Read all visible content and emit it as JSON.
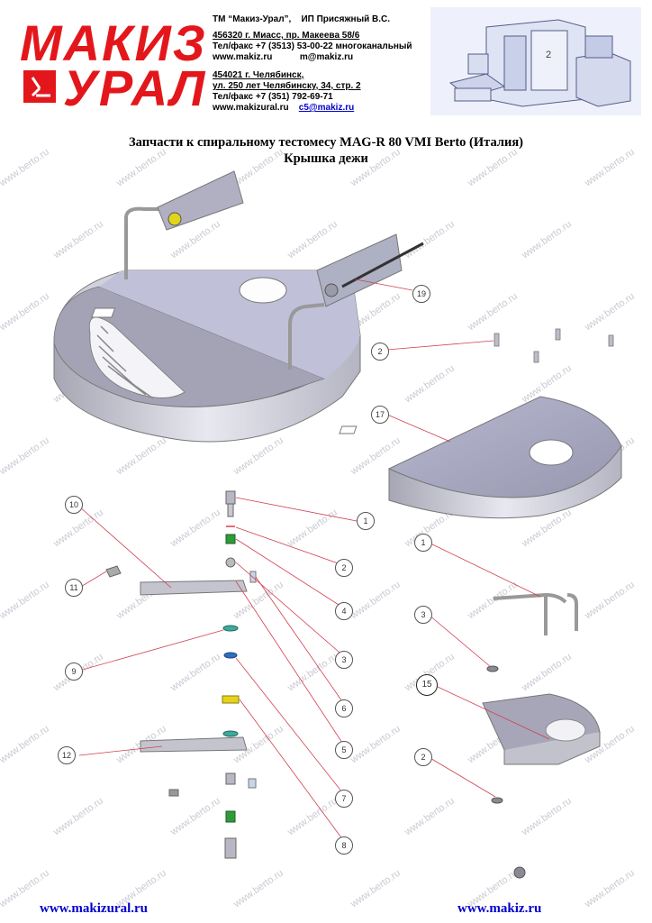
{
  "header": {
    "logo_line1": "МАКИЗ",
    "logo_line2": "УРАЛ",
    "trademark": "ТМ “Макиз-Урал”,",
    "ip": "ИП Присяжный В.С.",
    "address1": "456320 г. Миасс, пр. Макеева 58/6",
    "phone1": "Тел/факс +7 (3513) 53-00-22 многоканальный",
    "site1": "www.makiz.ru",
    "email1": "m@makiz.ru",
    "address2_city": "454021 г. Челябинск,",
    "address2_street": "ул. 250 лет Челябинску, 34, стр. 2",
    "phone2": "Тел/факс +7 (351) 792-69-71",
    "site2": "www.makizural.ru",
    "email2": "c5@makiz.ru"
  },
  "title": {
    "line1": "Запчасти к спиральному тестомесу MAG-R 80 VMI Berto (Италия)",
    "line2": "Крышка дежи"
  },
  "watermark": "www.berto.ru",
  "callouts": {
    "c19": "19",
    "c2a": "2",
    "c17": "17",
    "c10": "10",
    "c11": "11",
    "c1a": "1",
    "c2b": "2",
    "c4": "4",
    "c3a": "3",
    "c6": "6",
    "c5": "5",
    "c9": "9",
    "c12": "12",
    "c7": "7",
    "c8": "8",
    "c1b": "1",
    "c3b": "3",
    "c15": "15",
    "c2c": "2"
  },
  "footer": {
    "left": "www.makizural.ru",
    "right": "www.makiz.ru"
  },
  "colors": {
    "logo_red": "#e3171b",
    "link_blue": "#0000cc",
    "callout_line": "#d04050",
    "metal_light": "#c8c8d8",
    "metal_dark": "#8a8a99"
  }
}
